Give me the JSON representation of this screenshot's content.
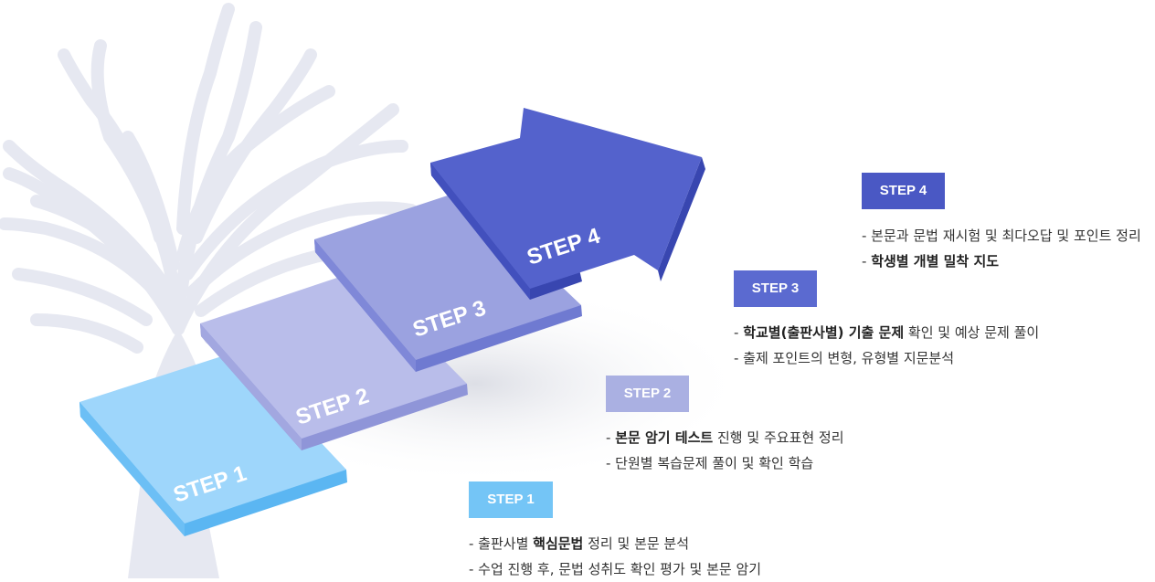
{
  "colors": {
    "step1": "#7ec8f8",
    "step2": "#b4b9e8",
    "step3": "#9ca2df",
    "step4": "#5262cb",
    "tree": "#e6e8f1",
    "text": "#333333"
  },
  "steps": [
    {
      "block_label": "STEP 1",
      "badge": "STEP 1",
      "badge_color": "#74c5f6",
      "lines": [
        {
          "pre": "- 출판사별 ",
          "bold": "핵심문법",
          "post": " 정리 및 본문 분석"
        },
        {
          "pre": "- 수업 진행 후, 문법 성취도 확인 평가 및 본문 암기",
          "bold": "",
          "post": ""
        }
      ]
    },
    {
      "block_label": "STEP 2",
      "badge": "STEP 2",
      "badge_color": "#aab0e2",
      "lines": [
        {
          "pre": "- ",
          "bold": "본문 암기 테스트",
          "post": " 진행 및 주요표현 정리"
        },
        {
          "pre": "- 단원별 복습문제 풀이 및 확인 학습",
          "bold": "",
          "post": ""
        }
      ]
    },
    {
      "block_label": "STEP 3",
      "badge": "STEP 3",
      "badge_color": "#5b6ad0",
      "lines": [
        {
          "pre": "- ",
          "bold": "학교별(출판사별) 기출 문제",
          "post": " 확인 및 예상 문제 풀이"
        },
        {
          "pre": "- 출제 포인트의 변형, 유형별 지문분석",
          "bold": "",
          "post": ""
        }
      ]
    },
    {
      "block_label": "STEP 4",
      "badge": "STEP 4",
      "badge_color": "#4a58c4",
      "lines": [
        {
          "pre": "- 본문과 문법 재시험 및 최다오답 및 포인트 정리",
          "bold": "",
          "post": ""
        },
        {
          "pre": "- ",
          "bold": "학생별 개별 밀착 지도",
          "post": ""
        }
      ]
    }
  ]
}
